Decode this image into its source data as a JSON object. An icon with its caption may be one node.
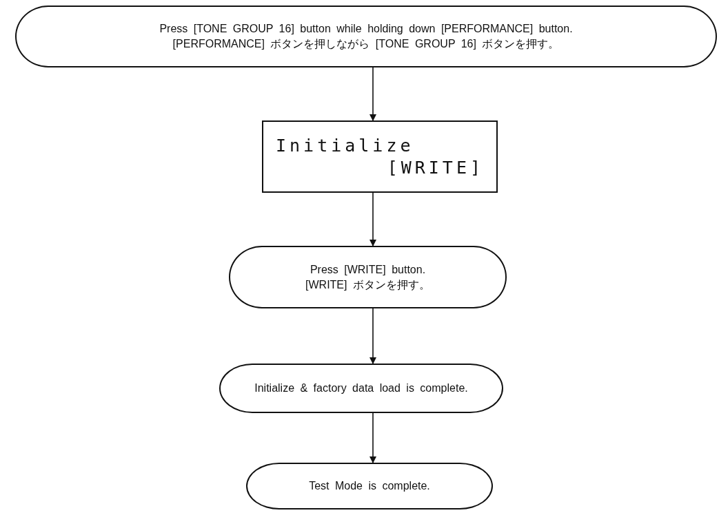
{
  "diagram": {
    "nodes": [
      {
        "text": [
          "Press [TONE GROUP 16] button while holding down [PERFORMANCE] button.",
          "[PERFORMANCE] ボタンを押しながら [TONE GROUP 16] ボタンを押す。"
        ]
      },
      {
        "text": [
          "Initialize",
          "[WRITE]"
        ]
      },
      {
        "text": [
          "Press [WRITE] button.",
          "[WRITE] ボタンを押す。"
        ]
      },
      {
        "text": [
          "Initialize & factory data load is complete."
        ]
      },
      {
        "text": [
          "Test Mode is complete."
        ]
      }
    ],
    "edges": [
      {
        "from": 0,
        "to": 1,
        "arrow": "to"
      },
      {
        "from": 1,
        "to": 2,
        "arrow": "to"
      },
      {
        "from": 2,
        "to": 3,
        "arrow": "to"
      },
      {
        "from": 3,
        "to": 4,
        "arrow": "to"
      }
    ]
  }
}
